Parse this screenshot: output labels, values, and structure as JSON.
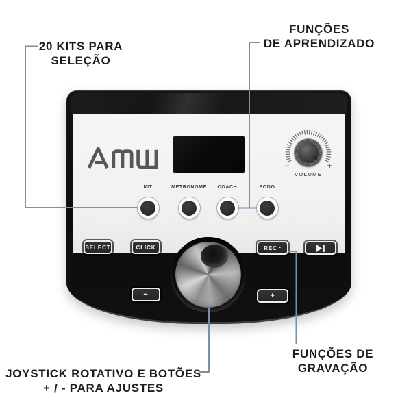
{
  "page": {
    "background": "#ffffff"
  },
  "colors": {
    "callout_line": "#7b90a8",
    "annotation_text": "#1d1e20",
    "device_black": "#0e0e0e",
    "panel_white": "#f4f3f1",
    "button_face": "#2b2b2b",
    "button_ring": "#ededed",
    "logo_gray": "#57575a"
  },
  "callouts": {
    "kits": {
      "line1": "20 KITS PARA",
      "line2": "SELEÇÃO"
    },
    "learning": {
      "line1": "FUNÇÕES",
      "line2": "DE APRENDIZADO"
    },
    "joystick": {
      "line1": "JOYSTICK ROTATIVO E BOTÕES",
      "line2": "+ / - PARA AJUSTES"
    },
    "recording": {
      "line1": "FUNÇÕES DE",
      "line2": "GRAVAÇÃO"
    }
  },
  "device": {
    "brand": "AMW",
    "volume": {
      "label": "VOLUME",
      "minus": "−",
      "plus": "+"
    },
    "mode_buttons": [
      {
        "label": "KIT"
      },
      {
        "label": "METRONOME"
      },
      {
        "label": "COACH"
      },
      {
        "label": "SONG"
      }
    ],
    "transport_buttons": {
      "select": "SELECT",
      "click": "CLICK",
      "rec": "REC",
      "rec_dot": "•",
      "skip_icon": "skip-to-end",
      "minus": "−",
      "plus": "+"
    }
  }
}
